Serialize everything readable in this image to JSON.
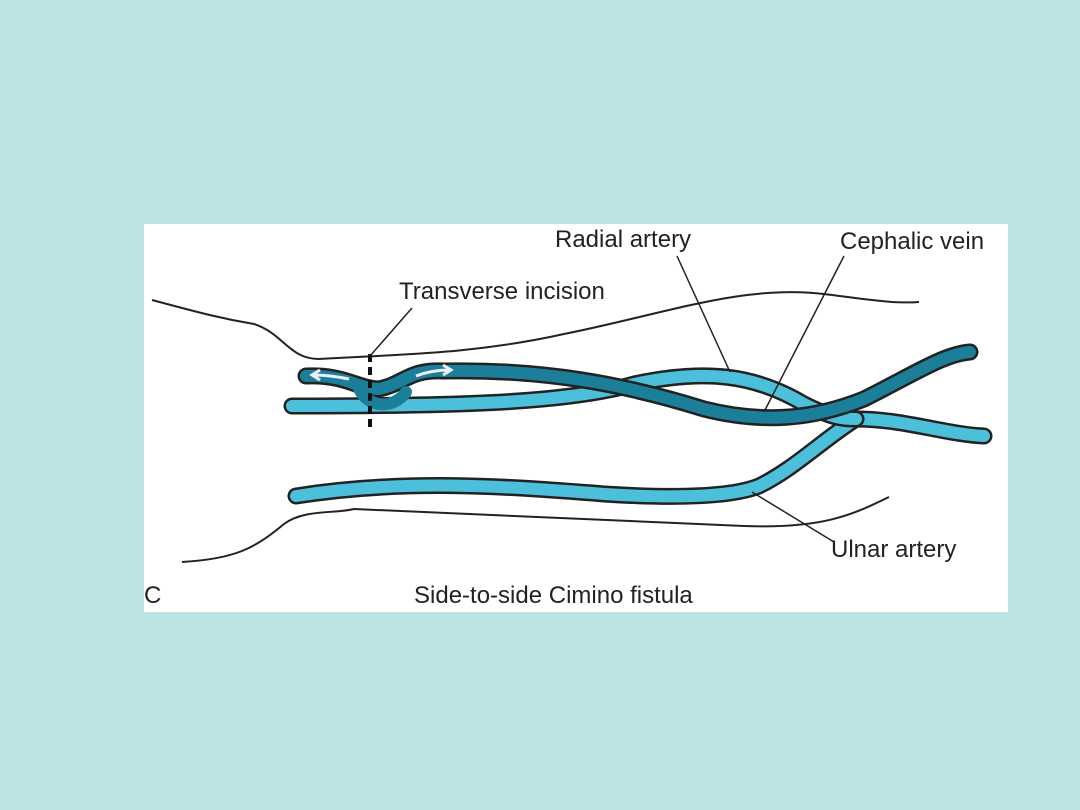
{
  "figure": {
    "panel_letter": "C",
    "caption": "Side-to-side Cimino fistula",
    "labels": {
      "radial_artery": "Radial artery",
      "cephalic_vein": "Cephalic vein",
      "transverse_incision": "Transverse incision",
      "ulnar_artery": "Ulnar artery"
    },
    "colors": {
      "background": "#bce3e4",
      "artery": "#4cc0da",
      "vein": "#1b7f99"
    }
  }
}
